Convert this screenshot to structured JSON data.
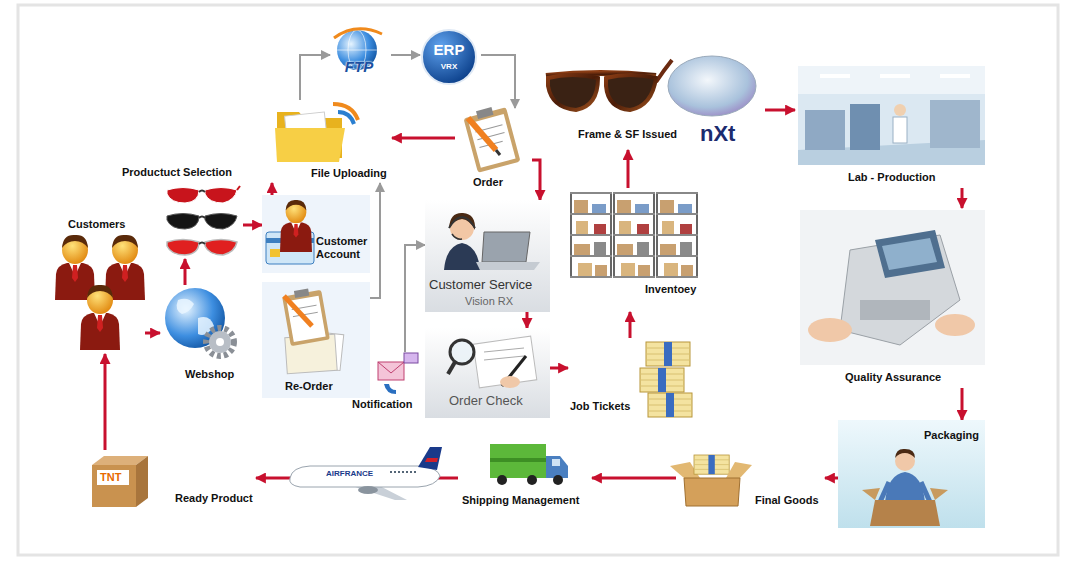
{
  "diagram": {
    "nodes": [
      {
        "text": [
          "Customers"
        ]
      },
      {
        "text": [
          "Productuct Selection"
        ]
      },
      {
        "text": [
          "Webshop"
        ]
      },
      {
        "text": [
          "Customer Account"
        ]
      },
      {
        "text": [
          "File Uploading"
        ]
      },
      {
        "text": [
          "FTP"
        ]
      },
      {
        "text": [
          "ERP",
          "VRX"
        ]
      },
      {
        "text": [
          "Order"
        ]
      },
      {
        "text": [
          "Re-Order"
        ]
      },
      {
        "text": [
          "Notification"
        ]
      },
      {
        "text": [
          "Customer Service",
          "Vision RX"
        ]
      },
      {
        "text": [
          "Order Check"
        ]
      },
      {
        "text": [
          "Job Tickets"
        ]
      },
      {
        "text": [
          "Inventoey"
        ]
      },
      {
        "text": [
          "Frame & SF Issued"
        ]
      },
      {
        "text": [
          "Lab - Production"
        ]
      },
      {
        "text": [
          "Quality Assurance"
        ]
      },
      {
        "text": [
          "Packaging"
        ]
      },
      {
        "text": [
          "Final Goods"
        ]
      },
      {
        "text": [
          "Shipping Management"
        ]
      },
      {
        "text": [
          "Ready Product"
        ]
      }
    ],
    "edges": [
      {
        "from": 0,
        "to": 2,
        "arrow": "to"
      },
      {
        "from": 2,
        "to": 1,
        "arrow": "to"
      },
      {
        "from": 1,
        "to": 3,
        "arrow": "to"
      },
      {
        "from": 3,
        "to": 4,
        "arrow": "to"
      },
      {
        "from": 4,
        "to": 5,
        "arrow": "to"
      },
      {
        "from": 5,
        "to": 6,
        "arrow": "to"
      },
      {
        "from": 6,
        "to": 7,
        "arrow": "to"
      },
      {
        "from": 7,
        "to": 4,
        "arrow": "to"
      },
      {
        "from": 8,
        "to": 4,
        "arrow": "to"
      },
      {
        "from": 9,
        "to": 10,
        "arrow": "to"
      },
      {
        "from": 7,
        "to": 10,
        "arrow": "to"
      },
      {
        "from": 10,
        "to": 11,
        "arrow": "to"
      },
      {
        "from": 11,
        "to": 12,
        "arrow": "to"
      },
      {
        "from": 12,
        "to": 13,
        "arrow": "to"
      },
      {
        "from": 13,
        "to": 14,
        "arrow": "to"
      },
      {
        "from": 14,
        "to": 15,
        "arrow": "to"
      },
      {
        "from": 15,
        "to": 16,
        "arrow": "to"
      },
      {
        "from": 16,
        "to": 17,
        "arrow": "to"
      },
      {
        "from": 17,
        "to": 18,
        "arrow": "to"
      },
      {
        "from": 18,
        "to": 19,
        "arrow": "to"
      },
      {
        "from": 19,
        "to": 20,
        "arrow": "to"
      },
      {
        "from": 20,
        "to": 0,
        "arrow": "to"
      }
    ],
    "labels": [
      "nXt",
      "TNT",
      "AIRFRANCE"
    ]
  }
}
